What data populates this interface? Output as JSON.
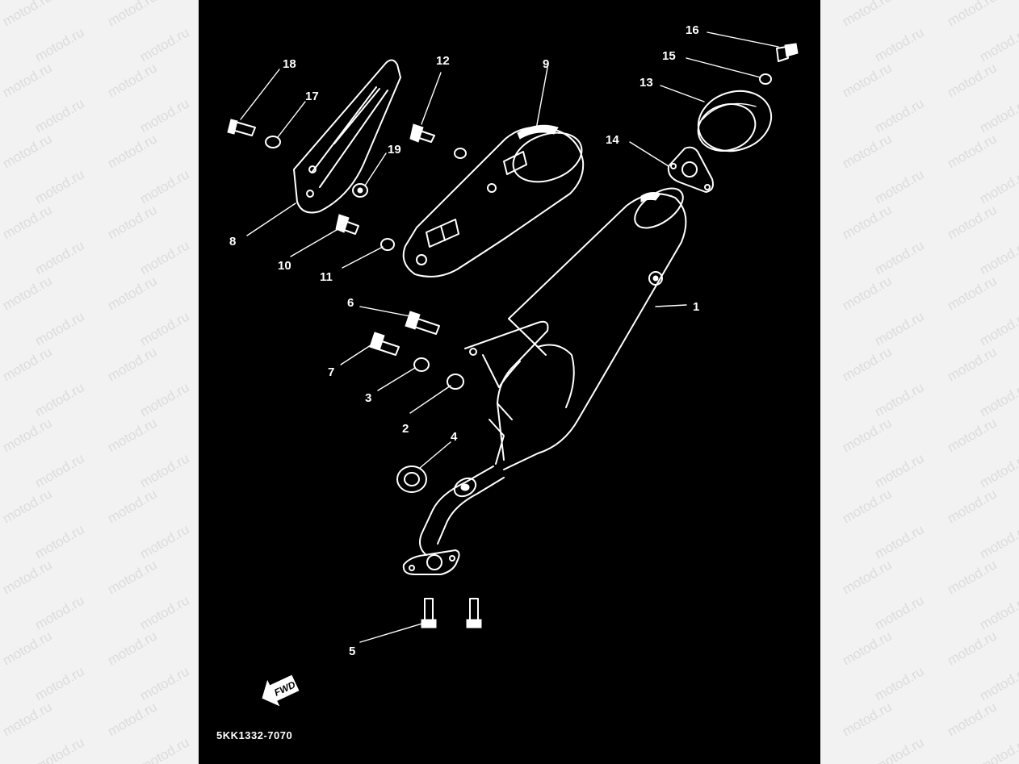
{
  "watermark": "motod.ru",
  "diagram": {
    "reference_code": "5KK1332-7070",
    "direction_badge": "FWD",
    "callouts": [
      "1",
      "2",
      "3",
      "4",
      "5",
      "6",
      "7",
      "8",
      "9",
      "10",
      "11",
      "12",
      "13",
      "14",
      "15",
      "16",
      "17",
      "18",
      "19"
    ]
  },
  "colors": {
    "background": "#000000",
    "line_art": "#ffffff",
    "page": "#f2f2f2",
    "watermark": "#dcdcdc"
  }
}
